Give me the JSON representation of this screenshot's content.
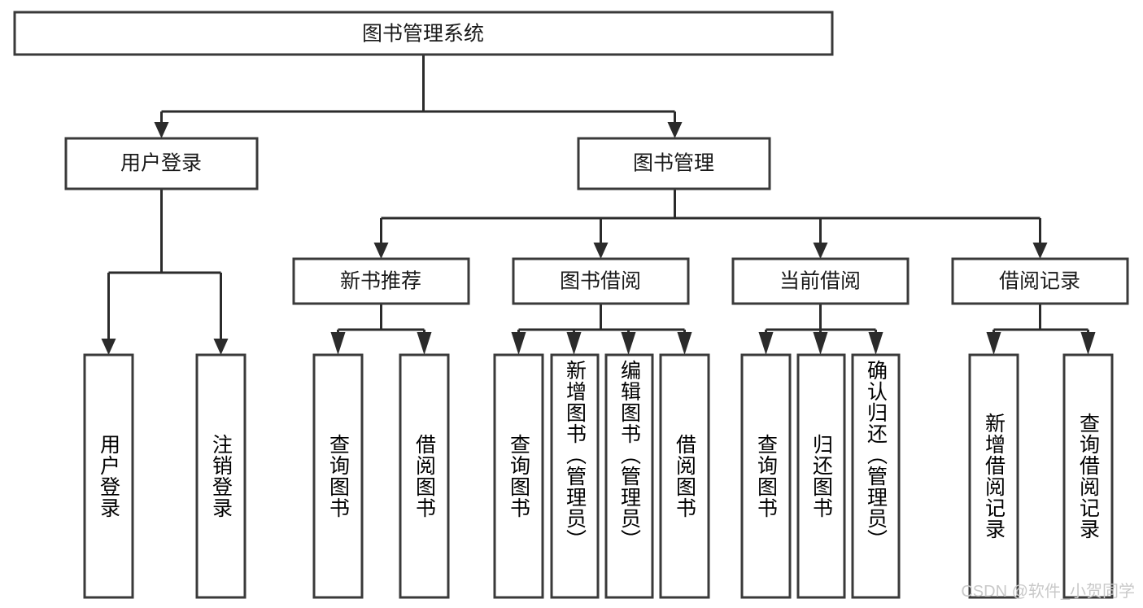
{
  "diagram": {
    "title": "图书管理系统",
    "type": "tree-hierarchy-diagram",
    "root": {
      "id": "root",
      "label": "图书管理系统"
    },
    "level2": [
      {
        "id": "user-login",
        "label": "用户登录"
      },
      {
        "id": "book-management",
        "label": "图书管理"
      }
    ],
    "level3": [
      {
        "id": "new-book-recommend",
        "label": "新书推荐",
        "parent": "book-management"
      },
      {
        "id": "book-borrow",
        "label": "图书借阅",
        "parent": "book-management"
      },
      {
        "id": "current-borrow",
        "label": "当前借阅",
        "parent": "book-management"
      },
      {
        "id": "borrow-record",
        "label": "借阅记录",
        "parent": "book-management"
      }
    ],
    "leaves": {
      "user-login": [
        {
          "id": "leaf-user-login",
          "label": "用户登录"
        },
        {
          "id": "leaf-user-logout",
          "label": "注销登录"
        }
      ],
      "new-book-recommend": [
        {
          "id": "leaf-query-book-1",
          "label": "查询图书"
        },
        {
          "id": "leaf-borrow-book-1",
          "label": "借阅图书"
        }
      ],
      "book-borrow": [
        {
          "id": "leaf-query-book-2",
          "label": "查询图书"
        },
        {
          "id": "leaf-add-book",
          "label": "新增图书（管理员）"
        },
        {
          "id": "leaf-edit-book",
          "label": "编辑图书（管理员）"
        },
        {
          "id": "leaf-borrow-book-2",
          "label": "借阅图书"
        }
      ],
      "current-borrow": [
        {
          "id": "leaf-query-book-3",
          "label": "查询图书"
        },
        {
          "id": "leaf-return-book",
          "label": "归还图书"
        },
        {
          "id": "leaf-confirm-return",
          "label": "确认归还（管理员）"
        }
      ],
      "borrow-record": [
        {
          "id": "leaf-add-record",
          "label": "新增借阅记录"
        },
        {
          "id": "leaf-query-record",
          "label": "查询借阅记录"
        }
      ]
    }
  },
  "watermark": {
    "text": "CSDN @软件_小贺同学"
  },
  "colors": {
    "box_stroke": "#3a3a3a",
    "box_fill": "#ffffff",
    "connector": "#2b2b2b",
    "label": "#1a1a1a",
    "watermark": "#c9c9c9",
    "background": "#ffffff"
  }
}
